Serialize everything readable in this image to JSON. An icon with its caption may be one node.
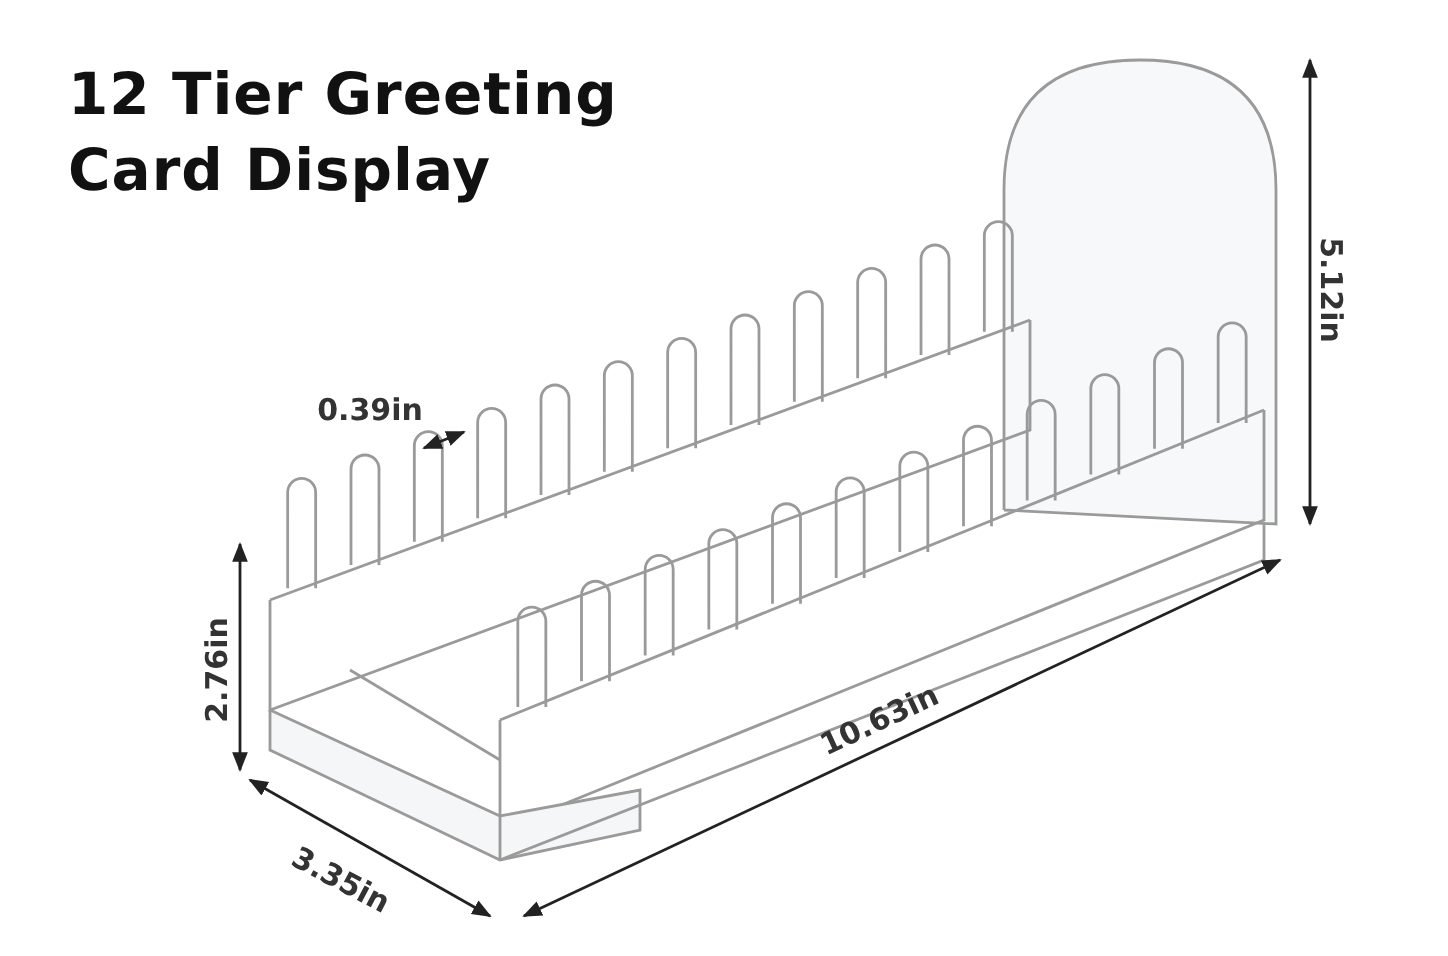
{
  "diagram": {
    "title": "12 Tier Greeting Card Display",
    "labels": [
      "0.39in",
      "5.12in",
      "2.76in",
      "10.63in",
      "3.35in"
    ]
  }
}
